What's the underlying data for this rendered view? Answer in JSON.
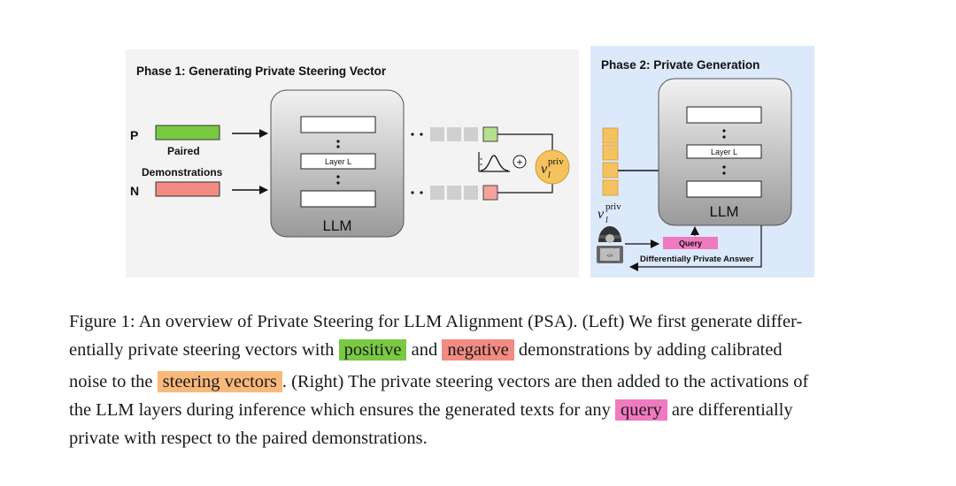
{
  "phase1": {
    "title": "Phase 1: Generating Private Steering Vector",
    "label_p": "P",
    "label_n": "N",
    "paired_label": "Paired",
    "demonstrations_label": "Demonstrations",
    "layer_label": "Layer L",
    "llm_label": "LLM",
    "dots": ". .",
    "plus_symbol": "+",
    "vector_base": "v",
    "vector_sup": "priv",
    "vector_sub": "l"
  },
  "phase2": {
    "title": "Phase 2: Private Generation",
    "layer_label": "Layer L",
    "llm_label": "LLM",
    "vector_base": "v",
    "vector_sup": "priv",
    "vector_sub": "l",
    "query_label": "Query",
    "answer_label": "Differentially Private Answer",
    "lock_icon": "lock-icon",
    "user_icon": "hacker-user-icon"
  },
  "colors": {
    "positive": "#7ac943",
    "negative": "#f28b82",
    "steering": "#f9b97a",
    "query": "#f07ac0",
    "phase2_bg": "#dce9fa"
  },
  "caption": {
    "line1": "Figure 1: An overview of Private Steering for LLM Alignment (PSA). (Left) We first generate differ-",
    "line2_a": "entially private steering vectors with",
    "line2_positive": "positive",
    "line2_b": "and",
    "line2_negative": "negative",
    "line2_c": "demonstrations by adding calibrated",
    "line3_a": "noise to the",
    "line3_steering": "steering vectors",
    "line3_b": ". (Right) The private steering vectors are then added to the activations of",
    "line4_a": "the LLM layers during inference which ensures the generated texts for any",
    "line4_query": "query",
    "line4_b": "are differentially",
    "line5": "private with respect to the paired demonstrations."
  }
}
